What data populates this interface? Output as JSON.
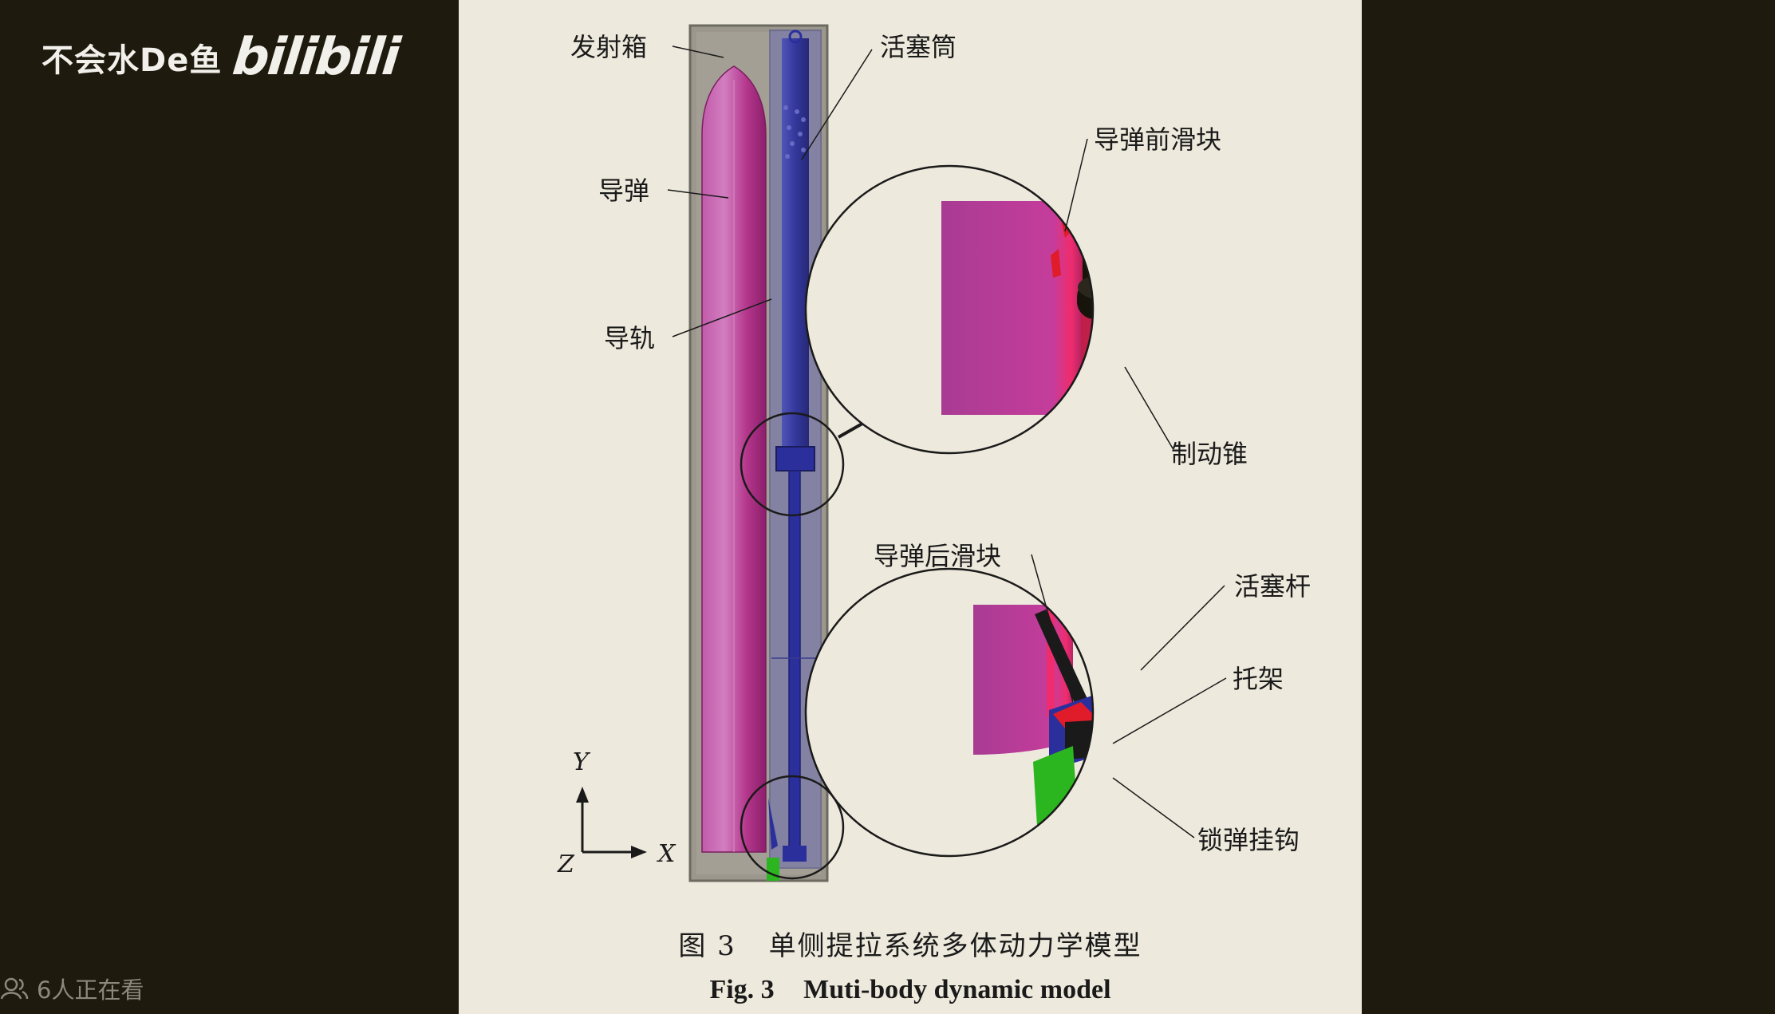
{
  "overlay": {
    "uploader": "不会水De鱼",
    "platform_logo": "bilibili",
    "viewers": "6人正在看",
    "viewer_icon": "people-icon"
  },
  "diagram": {
    "labels": {
      "launch_box": "发射箱",
      "piston_cylinder": "活塞筒",
      "missile": "导弹",
      "guide_rail": "导轨",
      "front_slider": "导弹前滑块",
      "brake_cone": "制动锥",
      "rear_slider": "导弹后滑块",
      "piston_rod": "活塞杆",
      "bracket": "托架",
      "lock_hook": "锁弹挂钩"
    },
    "axes": {
      "y": "Y",
      "z": "Z",
      "x": "X"
    },
    "colors": {
      "missile": "#c0398f",
      "piston": "#2b2f9c",
      "box": "#9b978c",
      "slider": "#e01b2a",
      "bracket": "#111111",
      "hook": "#2bb51f"
    }
  },
  "caption": {
    "cn_number": "图 3",
    "cn_title": "单侧提拉系统多体动力学模型",
    "en_number": "Fig. 3",
    "en_title": "Muti-body dynamic model"
  }
}
